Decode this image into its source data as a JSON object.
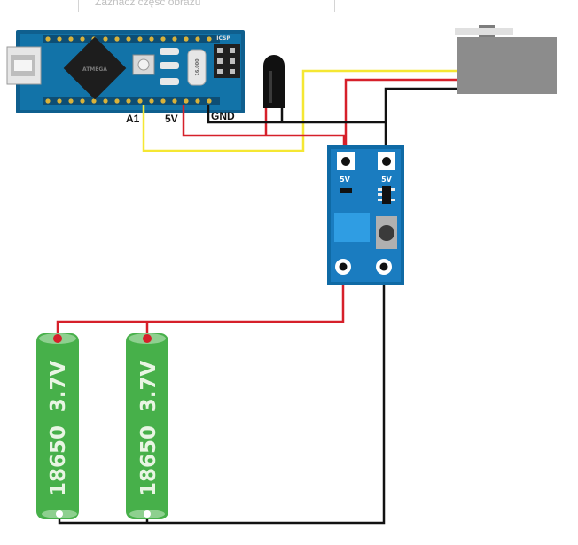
{
  "top_field": {
    "text": "Zaznacz część obrazu"
  },
  "arduino": {
    "pin_a1_label": "A1",
    "pin_5v_label": "5V",
    "pin_gnd_label": "GND",
    "chip_text": "ATMEGA",
    "header_text": "ICSP",
    "crystal_text": "16.000"
  },
  "module": {
    "label_left": "5V",
    "label_right": "5V"
  },
  "batteries": [
    {
      "voltage": "3.7V",
      "model": "18650"
    },
    {
      "voltage": "3.7V",
      "model": "18650"
    }
  ],
  "colors": {
    "wire_yellow": "#f5e733",
    "wire_red": "#d6202a",
    "wire_black": "#111111",
    "board_blue": "#1273a8",
    "module_blue": "#1a7cc0",
    "battery_green": "#47b04a",
    "servo_gray": "#8c8c8c"
  },
  "icons": [
    "arduino-nano-board",
    "ir-receiver-sensor",
    "servo-motor",
    "power-module",
    "battery-18650"
  ]
}
